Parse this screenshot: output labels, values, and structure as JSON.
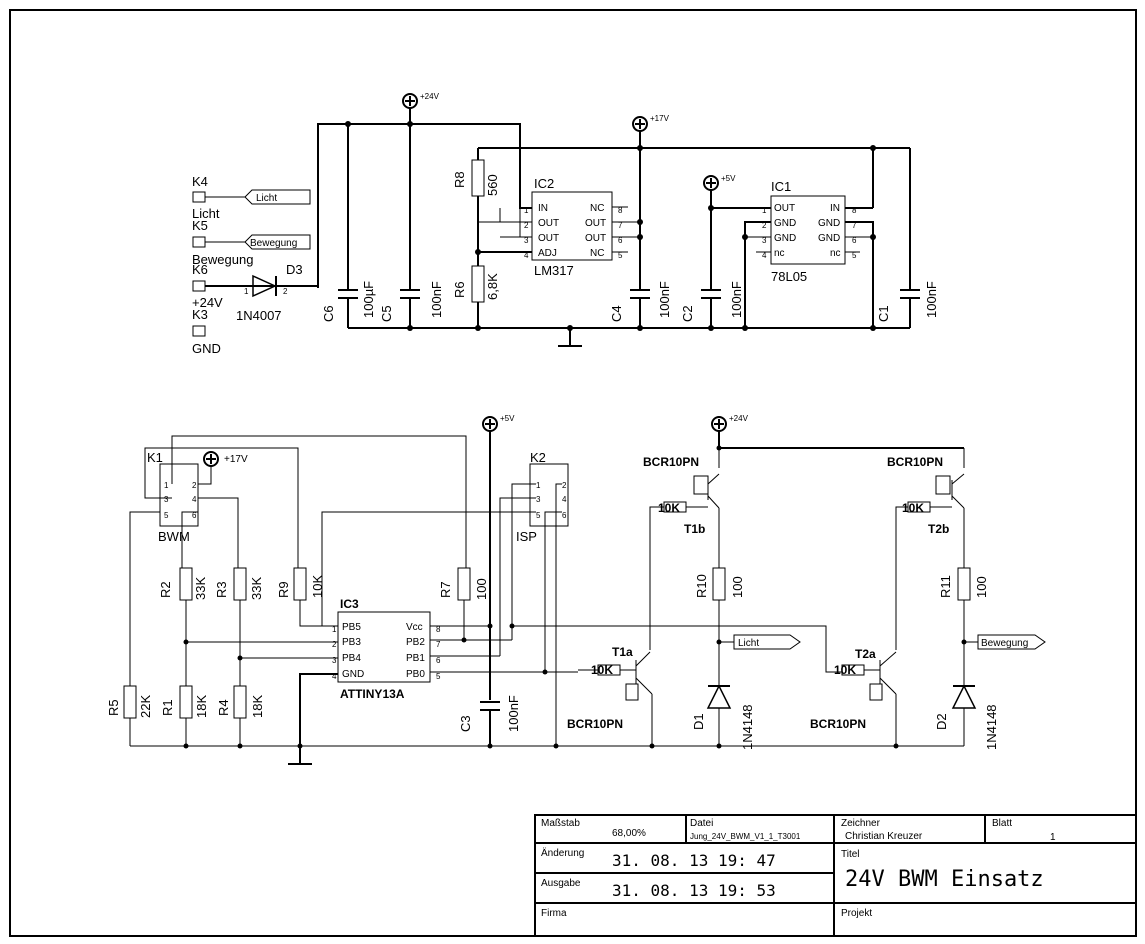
{
  "supplies": {
    "v24": "+24V",
    "v17": "+17V",
    "v5": "+5V"
  },
  "connectors": {
    "k4": {
      "ref": "K4",
      "signal": "Licht",
      "label": "Licht"
    },
    "k5": {
      "ref": "K5",
      "signal": "Bewegung",
      "label": "Bewegung"
    },
    "k6": {
      "ref": "K6",
      "label": "+24V"
    },
    "k3": {
      "ref": "K3",
      "label": "GND"
    },
    "k1": {
      "ref": "K1",
      "label": "BWM"
    },
    "k2": {
      "ref": "K2",
      "label": "ISP"
    }
  },
  "diodes": {
    "d3": {
      "ref": "D3",
      "value": "1N4007"
    },
    "d1": {
      "ref": "D1",
      "value": "1N4148"
    },
    "d2": {
      "ref": "D2",
      "value": "1N4148"
    }
  },
  "capacitors": {
    "c6": {
      "ref": "C6",
      "value": "100µF"
    },
    "c5": {
      "ref": "C5",
      "value": "100nF"
    },
    "c4": {
      "ref": "C4",
      "value": "100nF"
    },
    "c2": {
      "ref": "C2",
      "value": "100nF"
    },
    "c1": {
      "ref": "C1",
      "value": "100nF"
    },
    "c3": {
      "ref": "C3",
      "value": "100nF"
    }
  },
  "resistors": {
    "r8": {
      "ref": "R8",
      "value": "560"
    },
    "r6": {
      "ref": "R6",
      "value": "6,8K"
    },
    "r2": {
      "ref": "R2",
      "value": "33K"
    },
    "r3": {
      "ref": "R3",
      "value": "33K"
    },
    "r9": {
      "ref": "R9",
      "value": "10K"
    },
    "r7": {
      "ref": "R7",
      "value": "100"
    },
    "r5": {
      "ref": "R5",
      "value": "22K"
    },
    "r1": {
      "ref": "R1",
      "value": "18K"
    },
    "r4": {
      "ref": "R4",
      "value": "18K"
    },
    "r10": {
      "ref": "R10",
      "value": "100"
    },
    "r11": {
      "ref": "R11",
      "value": "100"
    }
  },
  "ic2": {
    "ref": "IC2",
    "value": "LM317",
    "pins_left": [
      "IN",
      "OUT",
      "OUT",
      "ADJ"
    ],
    "pins_right": [
      "NC",
      "OUT",
      "OUT",
      "NC"
    ]
  },
  "ic1": {
    "ref": "IC1",
    "value": "78L05",
    "pins_left": [
      "OUT",
      "GND",
      "GND",
      "nc"
    ],
    "pins_right": [
      "IN",
      "GND",
      "GND",
      "nc"
    ]
  },
  "ic3": {
    "ref": "IC3",
    "value": "ATTINY13A",
    "pins_left": [
      "PB5",
      "PB3",
      "PB4",
      "GND"
    ],
    "pins_right": [
      "Vcc",
      "PB2",
      "PB1",
      "PB0"
    ]
  },
  "transistors": {
    "t1a": {
      "ref": "T1a",
      "value": "BCR10PN",
      "rb": "10K"
    },
    "t1b": {
      "ref": "T1b",
      "value": "BCR10PN",
      "rb": "10K"
    },
    "t2a": {
      "ref": "T2a",
      "value": "BCR10PN",
      "rb": "10K"
    },
    "t2b": {
      "ref": "T2b",
      "value": "BCR10PN",
      "rb": "10K"
    }
  },
  "titleblock": {
    "massstab_label": "Maßstab",
    "massstab": "68,00%",
    "datei_label": "Datei",
    "datei": "Jung_24V_BWM_V1_1_T3001",
    "zeichner_label": "Zeichner",
    "zeichner": "Christian Kreuzer",
    "blatt_label": "Blatt",
    "blatt": "1",
    "aenderung_label": "Änderung",
    "aenderung": "31. 08. 13  19: 47",
    "ausgabe_label": "Ausgabe",
    "ausgabe": "31. 08. 13  19: 53",
    "titel_label": "Titel",
    "titel": "24V BWM Einsatz",
    "firma_label": "Firma",
    "projekt_label": "Projekt"
  }
}
